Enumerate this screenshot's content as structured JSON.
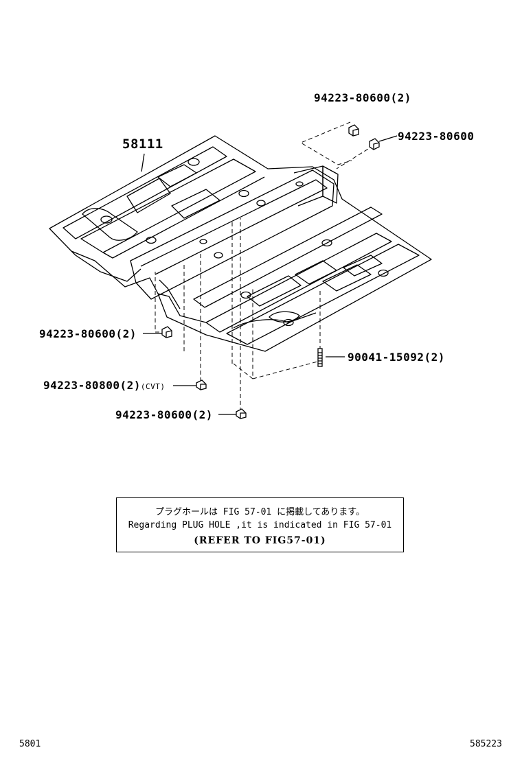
{
  "diagram": {
    "main_part_number": "58111",
    "labels": {
      "nut_top": "94223-80600(2)",
      "nut_right": "94223-80600",
      "nut_left": "94223-80600(2)",
      "nut_cvt": "94223-80800(2)",
      "nut_cvt_suffix": "(CVT)",
      "nut_bottom": "94223-80600(2)",
      "stud_bolt": "90041-15092(2)"
    }
  },
  "notice": {
    "japanese": "プラグホールは FIG 57-01 に掲載してあります。",
    "english": "Regarding PLUG HOLE ,it is indicated in FIG 57-01",
    "reference": "(REFER TO FIG57-01)"
  },
  "footer": {
    "left_code": "5801",
    "right_code": "585223"
  },
  "colors": {
    "ink": "#000000",
    "paper": "#ffffff"
  }
}
